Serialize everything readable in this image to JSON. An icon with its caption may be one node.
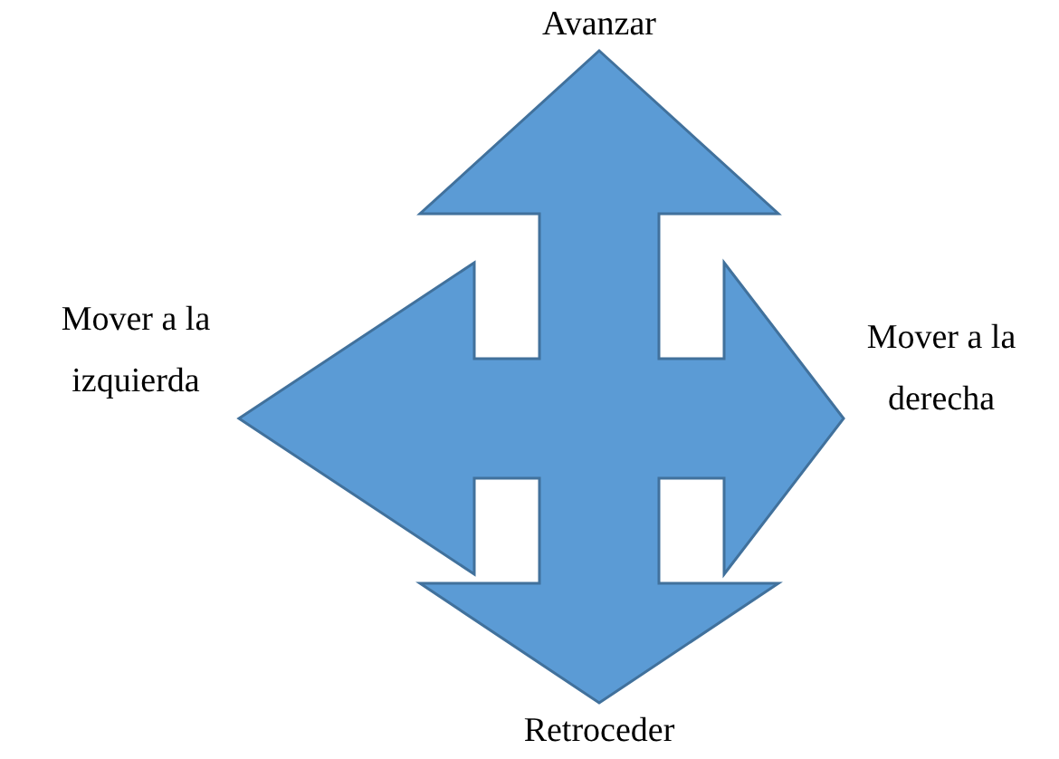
{
  "diagram": {
    "labels": [
      "Avanzar",
      "Mover a la izquierda",
      "Mover a la derecha",
      "Retroceder"
    ]
  }
}
